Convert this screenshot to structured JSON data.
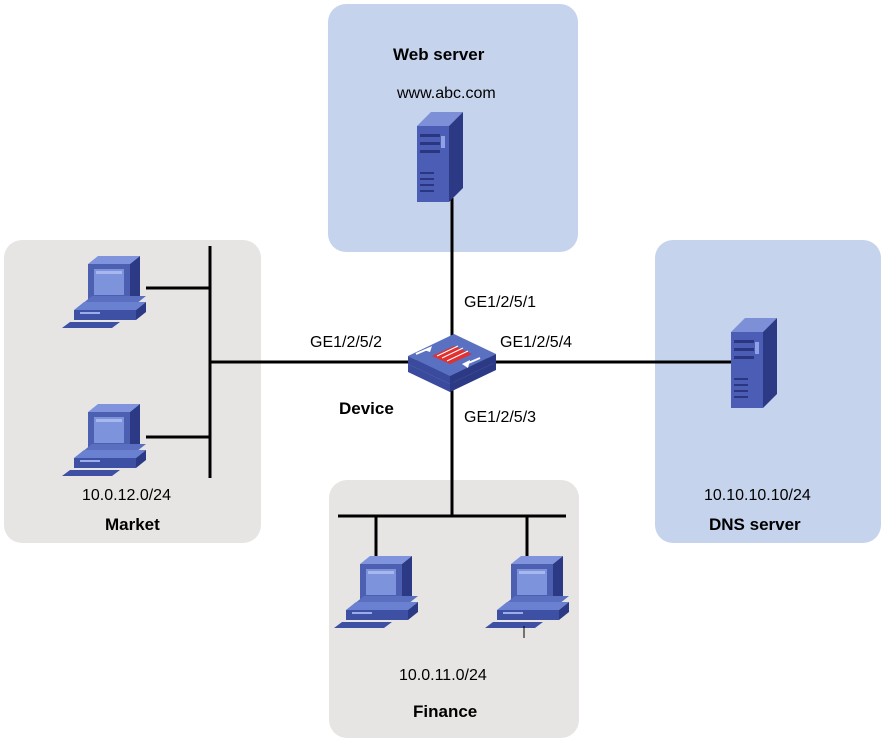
{
  "colors": {
    "blue_zone": "#c5d3ec",
    "gray_zone": "#e7e5e3",
    "line": "#000000",
    "device_body": "#5a70c0",
    "device_accent": "#e03030",
    "pc_body": "#4c5fb0",
    "pc_screen": "#7d93dc"
  },
  "zones": {
    "web": {
      "title": "Web server",
      "subtitle": "www.abc.com"
    },
    "dns": {
      "title": "DNS server",
      "address": "10.10.10.10/24"
    },
    "market": {
      "title": "Market",
      "subnet": "10.0.12.0/24"
    },
    "finance": {
      "title": "Finance",
      "subnet": "10.0.11.0/24"
    }
  },
  "device": {
    "name": "Device",
    "ports": {
      "up": "GE1/2/5/1",
      "left": "GE1/2/5/2",
      "down": "GE1/2/5/3",
      "right": "GE1/2/5/4"
    }
  },
  "icons": {
    "server": "server-tower-icon",
    "pc": "desktop-computer-icon",
    "firewall": "firewall-device-icon"
  }
}
